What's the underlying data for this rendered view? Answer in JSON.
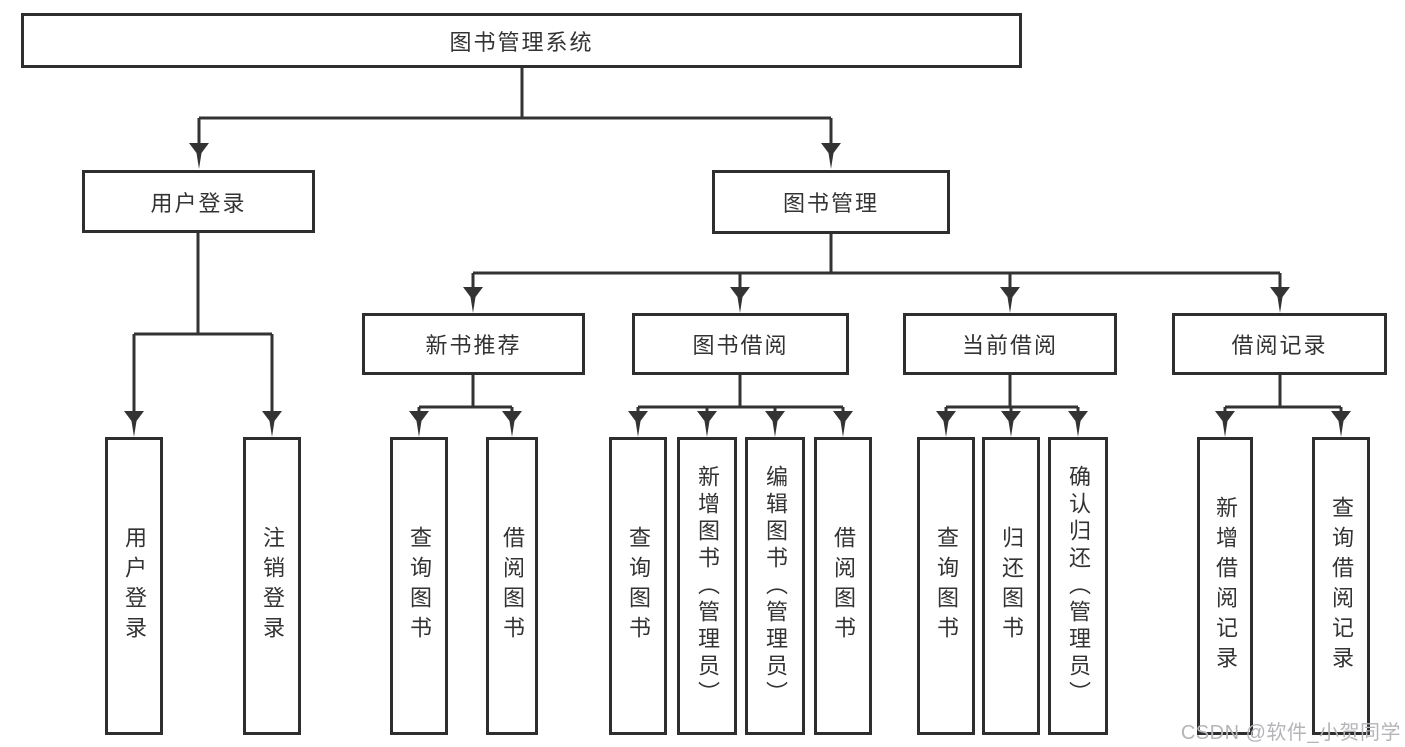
{
  "diagram_title": "图书管理系统",
  "colors": {
    "line": "#333333",
    "box_border": "#2e2e2e",
    "text": "#333333",
    "background": "#ffffff",
    "watermark": "#b5b5b9"
  },
  "nodes": {
    "root": {
      "label": "图书管理系统"
    },
    "level2": [
      {
        "label": "用户登录",
        "parent": "图书管理系统"
      },
      {
        "label": "图书管理",
        "parent": "图书管理系统"
      }
    ],
    "level3": [
      {
        "label": "新书推荐",
        "parent": "图书管理"
      },
      {
        "label": "图书借阅",
        "parent": "图书管理"
      },
      {
        "label": "当前借阅",
        "parent": "图书管理"
      },
      {
        "label": "借阅记录",
        "parent": "图书管理"
      }
    ],
    "leaves": [
      {
        "label": "用户登录",
        "parent": "用户登录"
      },
      {
        "label": "注销登录",
        "parent": "用户登录"
      },
      {
        "label": "查询图书",
        "parent": "新书推荐"
      },
      {
        "label": "借阅图书",
        "parent": "新书推荐"
      },
      {
        "label": "查询图书",
        "parent": "图书借阅"
      },
      {
        "label": "新增图书（管理员）",
        "parent": "图书借阅"
      },
      {
        "label": "编辑图书（管理员）",
        "parent": "图书借阅"
      },
      {
        "label": "借阅图书",
        "parent": "图书借阅"
      },
      {
        "label": "查询图书",
        "parent": "当前借阅"
      },
      {
        "label": "归还图书",
        "parent": "当前借阅"
      },
      {
        "label": "确认归还（管理员）",
        "parent": "当前借阅"
      },
      {
        "label": "新增借阅记录",
        "parent": "借阅记录"
      },
      {
        "label": "查询借阅记录",
        "parent": "借阅记录"
      }
    ]
  },
  "watermark": {
    "text": "CSDN @软件_小贺同学"
  }
}
